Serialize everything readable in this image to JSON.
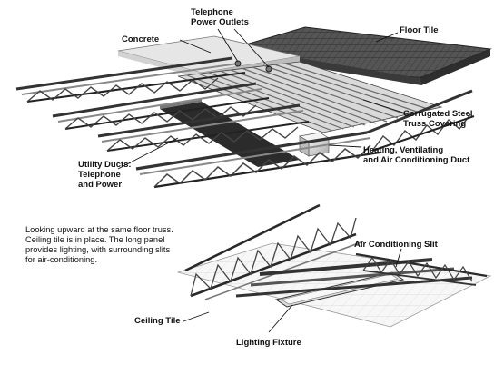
{
  "labels": {
    "telephone_outlets": [
      "Telephone",
      "Power Outlets"
    ],
    "concrete": "Concrete",
    "floor_tile": "Floor Tile",
    "corrugated": [
      "Corrugated Steel",
      "Truss Covering"
    ],
    "hvac_duct": [
      "Heating, Ventilating",
      "and Air Conditioning Duct"
    ],
    "utility_ducts": [
      "Utility Ducts:",
      "Telephone",
      "and Power"
    ],
    "ac_slit": "Air Conditioning Slit",
    "ceiling_tile": "Ceiling Tile",
    "lighting_fixture": "Lighting Fixture"
  },
  "caption": [
    "Looking upward at the same floor truss.",
    "Ceiling tile is in place. The long panel",
    "provides lighting, with surrounding slits",
    "for air-conditioning."
  ],
  "colors": {
    "ink": "#111111",
    "steel_light": "#cfcfcf",
    "steel_mid": "#8c8c8c",
    "steel_dark": "#3a3a3a",
    "floor_tile": "#4a4a4a",
    "concrete": "#e4e4e4"
  }
}
